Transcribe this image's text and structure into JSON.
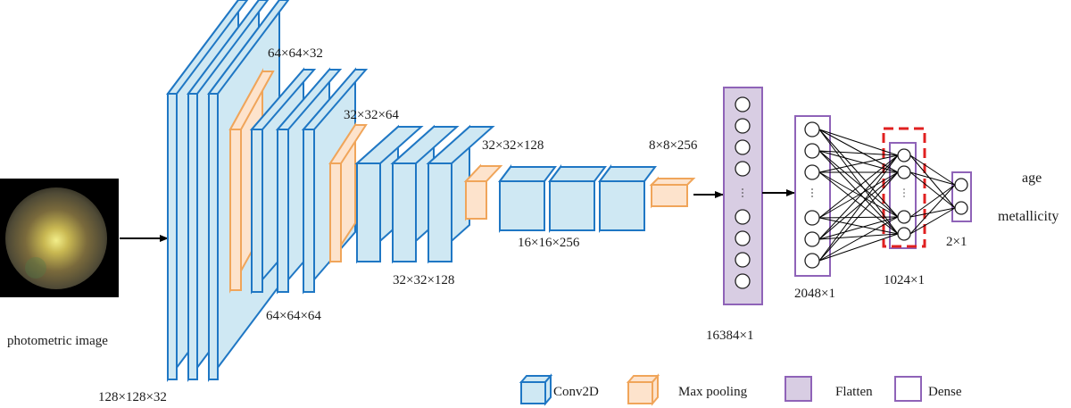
{
  "input": {
    "label": "photometric image"
  },
  "dims": {
    "d1": "128×128×32",
    "d2": "64×64×32",
    "d3": "64×64×64",
    "d4": "32×32×64",
    "d5": "32×32×128",
    "d6": "32×32×128",
    "d7": "16×16×256",
    "d8": "8×8×256",
    "flatten": "16384×1",
    "dense1": "2048×1",
    "dense2": "1024×1",
    "output": "2×1"
  },
  "outputs": {
    "age": "age",
    "metallicity": "metallicity"
  },
  "legend": {
    "conv": "Conv2D",
    "pool": "Max pooling",
    "flatten": "Flatten",
    "dense": "Dense"
  },
  "colors": {
    "conv_stroke": "#1f77c4",
    "conv_fill": "#cfe8f3",
    "pool_stroke": "#f0a55a",
    "pool_fill": "#fde3cc",
    "flatten_stroke": "#8f63b8",
    "flatten_fill": "#d8cde3",
    "dense_stroke": "#8f63b8",
    "highlight": "#e02020"
  }
}
